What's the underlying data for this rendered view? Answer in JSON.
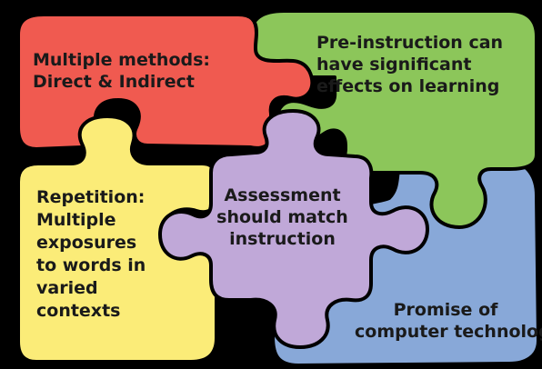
{
  "pieces": {
    "red": {
      "lines": [
        "Multiple methods:",
        "Direct & Indirect"
      ],
      "color": "#f05a50"
    },
    "green": {
      "lines": [
        "Pre-instruction can",
        "have significant",
        "effects on learning"
      ],
      "color": "#8cc65a"
    },
    "yellow": {
      "lines": [
        "Repetition:",
        "Multiple",
        "exposures",
        "to words in",
        "varied",
        "contexts"
      ],
      "color": "#fbec78"
    },
    "purple": {
      "lines": [
        "Assessment",
        "should match",
        "instruction"
      ],
      "color": "#c0a8d8"
    },
    "blue": {
      "lines": [
        "Promise of",
        "computer technology"
      ],
      "color": "#88a8d8"
    }
  },
  "colors": {
    "background": "#000000",
    "outline": "#000000"
  }
}
